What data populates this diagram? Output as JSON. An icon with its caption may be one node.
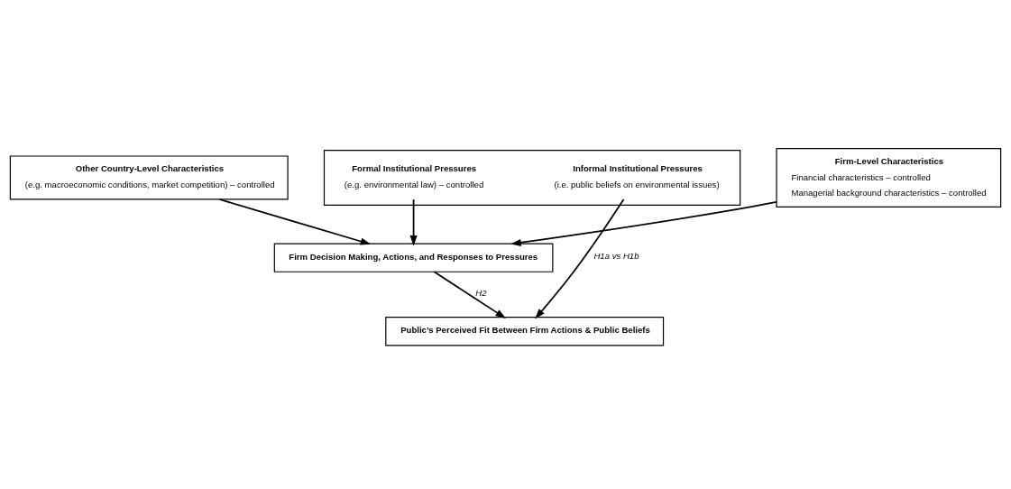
{
  "diagram": {
    "nodes": [
      {
        "text": [
          "Other Country-Level Characteristics",
          "(e.g. macroeconomic conditions, market competition) – controlled"
        ]
      },
      {
        "text": [],
        "shape": "box"
      },
      {
        "text": [
          "Informal Institutional Pressures",
          "(i.e. public beliefs on environmental issues)"
        ],
        "in": 1
      },
      {
        "text": [
          "Formal Institutional Pressures",
          "(e.g. environmental law) – controlled"
        ],
        "in": 1
      },
      {
        "text": [
          "Firm Decision Making, Actions, and Responses to Pressures"
        ]
      },
      {
        "text": [
          "Firm-Level Characteristics",
          "Financial characteristics – controlled",
          "Managerial background characteristics – controlled"
        ]
      },
      {
        "text": [
          "Public’s Perceived Fit Between Firm Actions & Public Beliefs"
        ]
      }
    ],
    "edges": [
      {
        "from": 0,
        "to": 4,
        "arrow": "to"
      },
      {
        "from": 5,
        "to": 4,
        "arrow": "to"
      },
      {
        "from": 3,
        "to": 4,
        "arrow": "to"
      },
      {
        "from": 2,
        "to": 6,
        "arrow": "to",
        "label": "H1a vs H1b"
      },
      {
        "from": 4,
        "to": 6,
        "arrow": "to",
        "label": "H2"
      }
    ]
  }
}
